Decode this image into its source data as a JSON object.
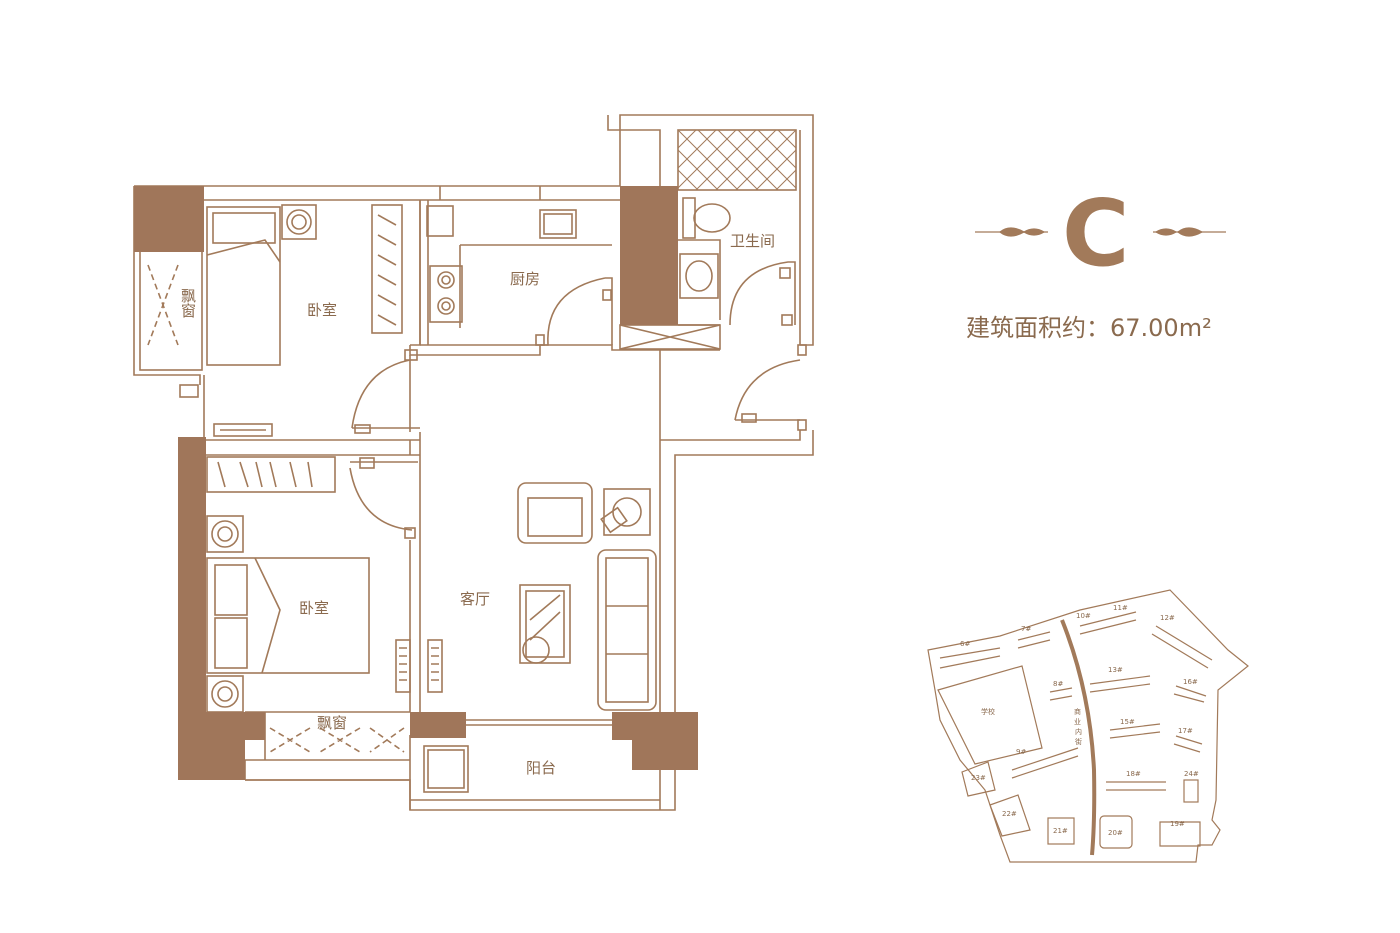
{
  "unit": {
    "letter": "C",
    "area_label": "建筑面积约：67.00m²"
  },
  "rooms": {
    "bedroom_upper": "卧室",
    "bedroom_lower": "卧室",
    "bay_window_left": "飘窗",
    "bay_window_bottom": "飘窗",
    "kitchen": "厨房",
    "bathroom": "卫生间",
    "living_room": "客厅",
    "balcony": "阳台"
  },
  "site_plan": {
    "buildings": [
      "6#",
      "7#",
      "8#",
      "9#",
      "10#",
      "11#",
      "12#",
      "13#",
      "15#",
      "16#",
      "17#",
      "18#",
      "19#",
      "20#",
      "21#",
      "22#",
      "23#",
      "24#"
    ],
    "school": "学校",
    "street": [
      "商",
      "业",
      "内",
      "街"
    ]
  },
  "colors": {
    "line": "#a27a5a",
    "wall_fill": "#a0765a",
    "text": "#8a6a4e"
  }
}
